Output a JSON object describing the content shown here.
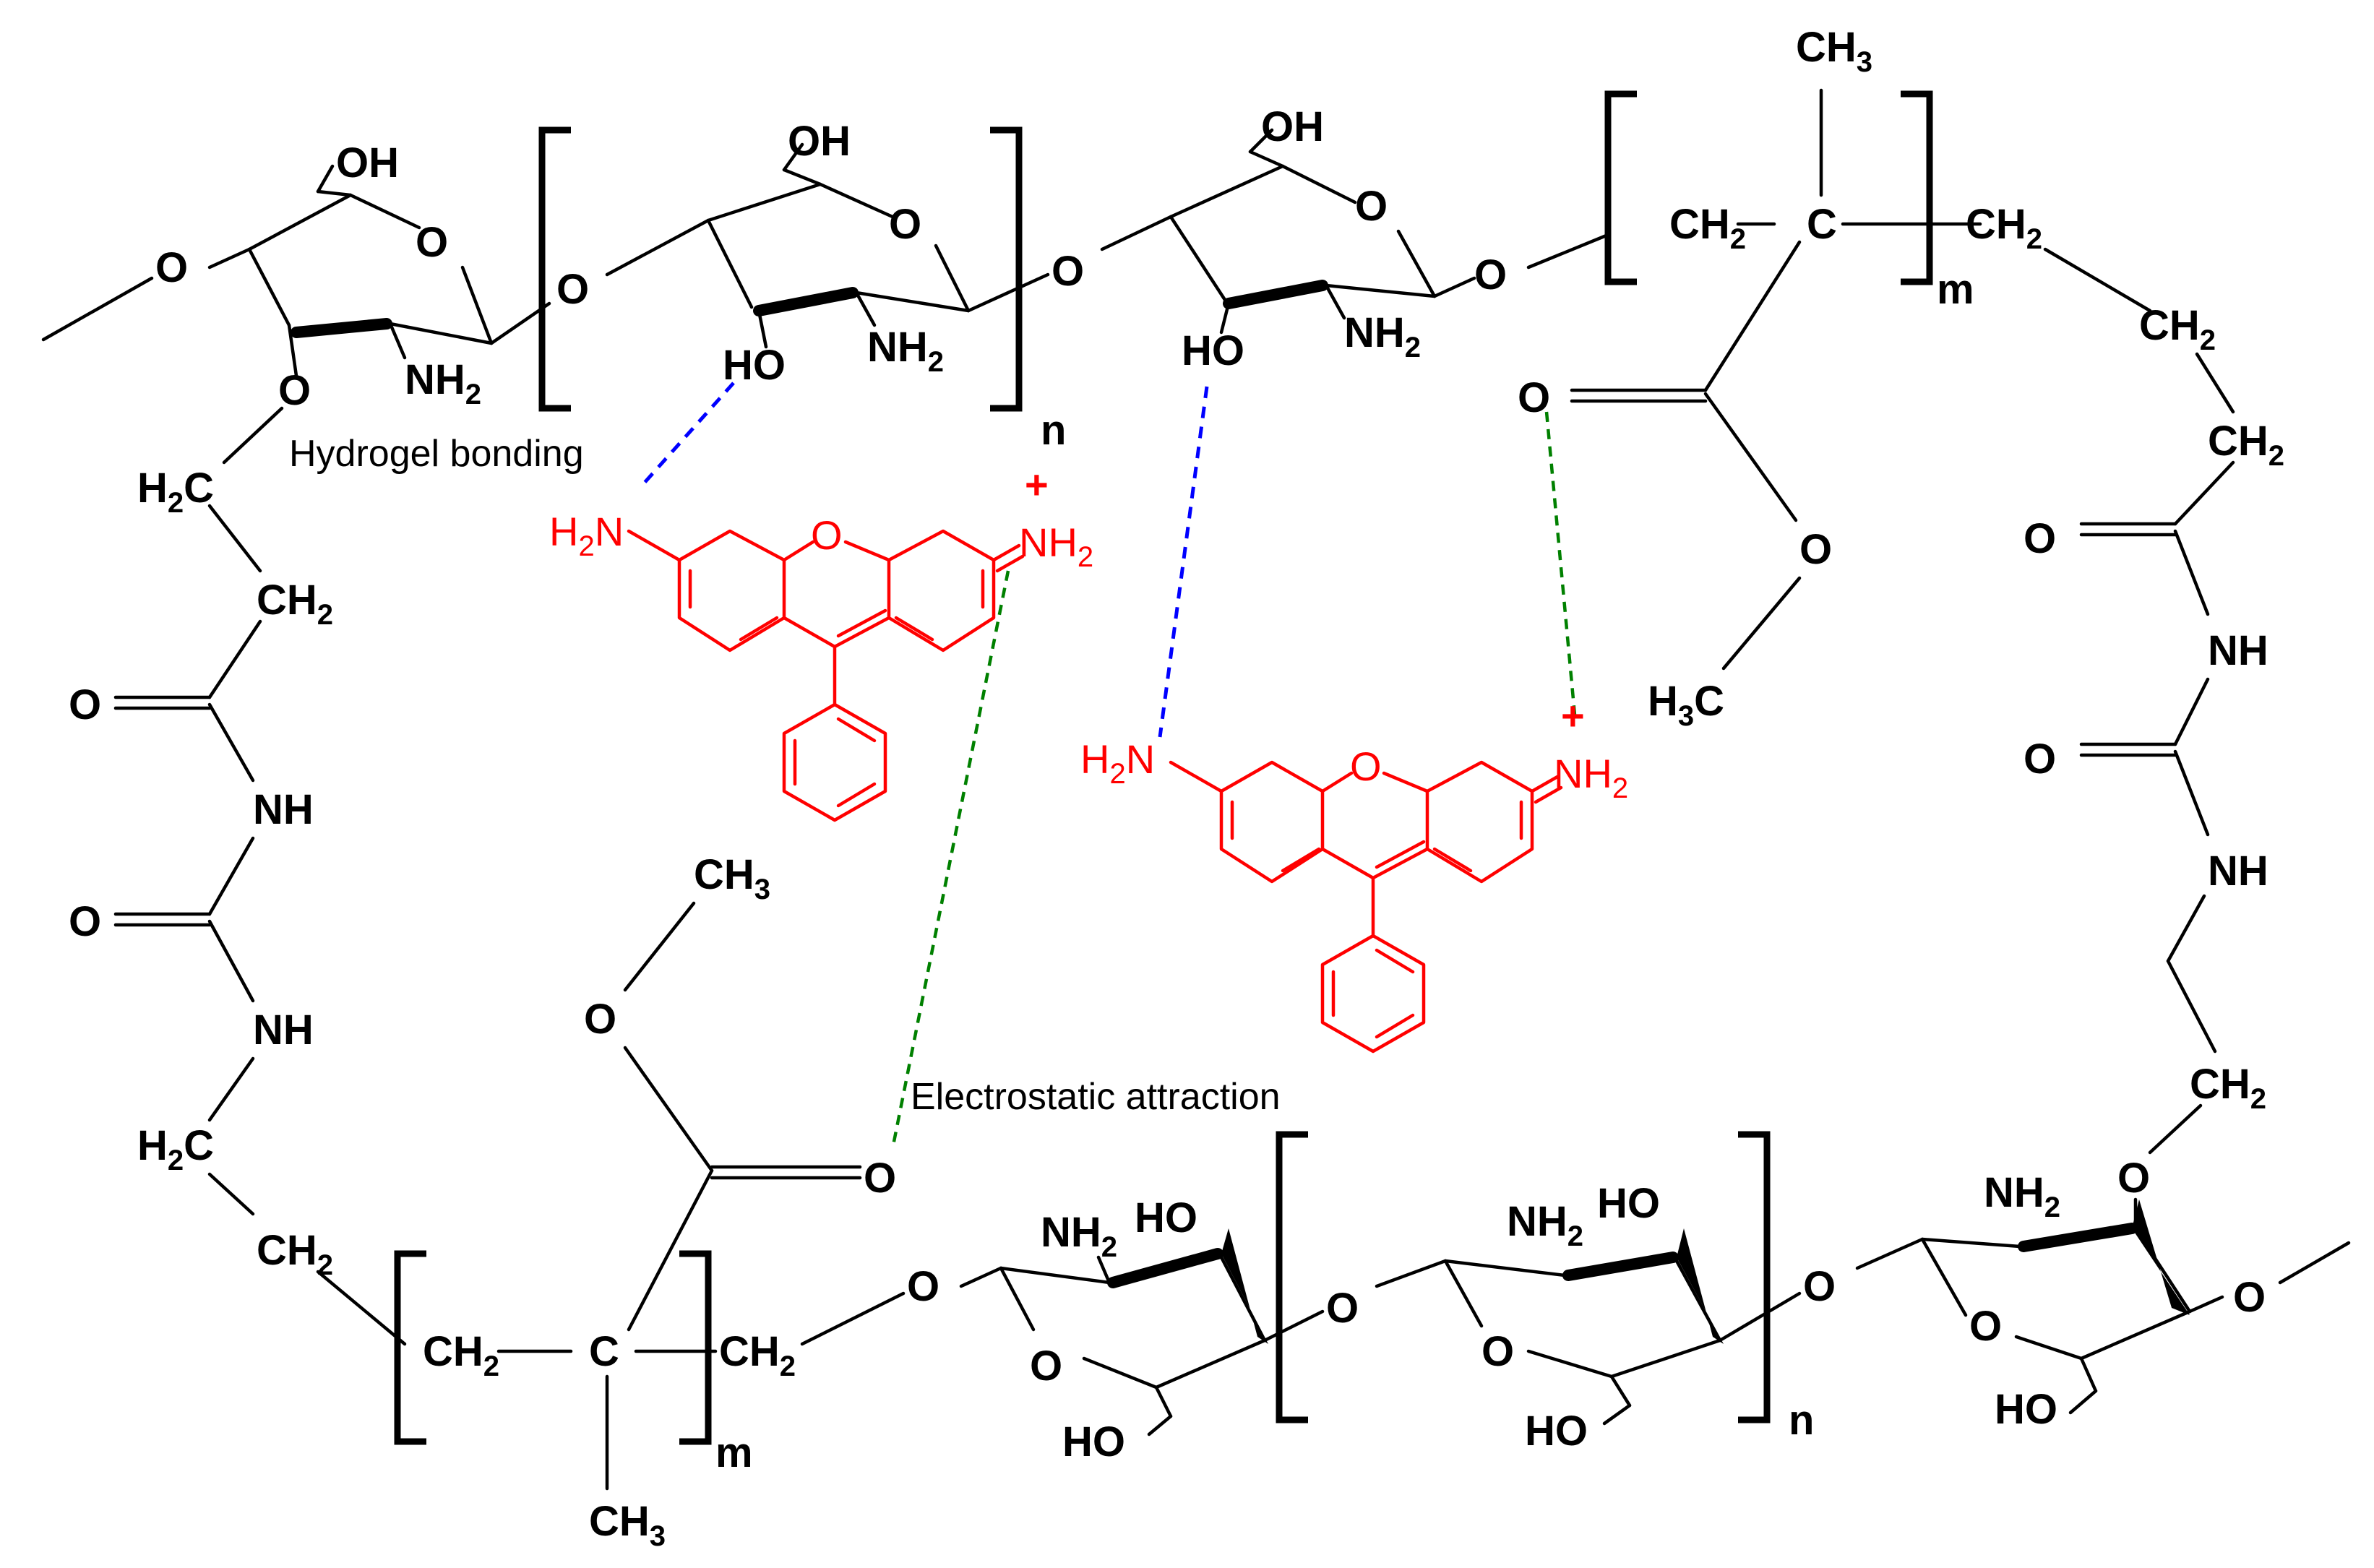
{
  "atoms": {
    "O": "O",
    "OH": "OH",
    "HO": "HO",
    "NH": "NH",
    "NH2": "NH",
    "CH2": "CH",
    "H2C": "H",
    "C_left": "C",
    "CH3": "CH",
    "H3C": "H",
    "C": "C",
    "sub2": "2",
    "sub3": "3",
    "n": "n",
    "m": "m",
    "N_red": "NH",
    "H2N": "H",
    "N": "N",
    "plus": "+"
  },
  "annotations": {
    "hydrogen_bonding": "Hydrogel bonding",
    "electrostatic": "Electrostatic attraction"
  }
}
